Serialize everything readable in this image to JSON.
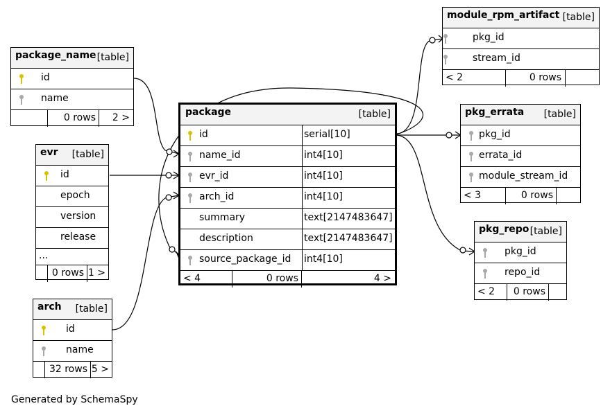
{
  "footer_note": "Generated by SchemaSpy",
  "tables": {
    "module_rpm_artifact": {
      "name": "module_rpm_artifact",
      "type": "[table]",
      "columns": [
        {
          "name": "pkg_id",
          "key": "fk"
        },
        {
          "name": "stream_id",
          "key": "fk"
        }
      ],
      "footer": {
        "parents": "< 2",
        "rows": "0 rows",
        "children": ""
      }
    },
    "package_name": {
      "name": "package_name",
      "type": "[table]",
      "columns": [
        {
          "name": "id",
          "key": "pk"
        },
        {
          "name": "name",
          "key": "fk"
        }
      ],
      "footer": {
        "parents": "",
        "rows": "0 rows",
        "children": "2 >"
      }
    },
    "package": {
      "name": "package",
      "type": "[table]",
      "columns": [
        {
          "name": "id",
          "type": "serial[10]",
          "key": "pk"
        },
        {
          "name": "name_id",
          "type": "int4[10]",
          "key": "fk"
        },
        {
          "name": "evr_id",
          "type": "int4[10]",
          "key": "fk"
        },
        {
          "name": "arch_id",
          "type": "int4[10]",
          "key": "fk"
        },
        {
          "name": "summary",
          "type": "text[2147483647]",
          "key": ""
        },
        {
          "name": "description",
          "type": "text[2147483647]",
          "key": ""
        },
        {
          "name": "source_package_id",
          "type": "int4[10]",
          "key": "fk"
        }
      ],
      "footer": {
        "parents": "< 4",
        "rows": "0 rows",
        "children": "4 >"
      }
    },
    "pkg_errata": {
      "name": "pkg_errata",
      "type": "[table]",
      "columns": [
        {
          "name": "pkg_id",
          "key": "fk"
        },
        {
          "name": "errata_id",
          "key": "fk"
        },
        {
          "name": "module_stream_id",
          "key": "fk"
        }
      ],
      "footer": {
        "parents": "< 3",
        "rows": "0 rows",
        "children": ""
      }
    },
    "evr": {
      "name": "evr",
      "type": "[table]",
      "columns": [
        {
          "name": "id",
          "key": "pk"
        },
        {
          "name": "epoch",
          "key": ""
        },
        {
          "name": "version",
          "key": ""
        },
        {
          "name": "release",
          "key": ""
        },
        {
          "name": "...",
          "key": ""
        }
      ],
      "footer": {
        "parents": "",
        "rows": "0 rows",
        "children": "1 >"
      }
    },
    "pkg_repo": {
      "name": "pkg_repo",
      "type": "[table]",
      "columns": [
        {
          "name": "pkg_id",
          "key": "fk"
        },
        {
          "name": "repo_id",
          "key": "fk"
        }
      ],
      "footer": {
        "parents": "< 2",
        "rows": "0 rows",
        "children": ""
      }
    },
    "arch": {
      "name": "arch",
      "type": "[table]",
      "columns": [
        {
          "name": "id",
          "key": "pk"
        },
        {
          "name": "name",
          "key": "fk"
        }
      ],
      "footer": {
        "parents": "",
        "rows": "32 rows",
        "children": "5 >"
      }
    }
  },
  "colors": {
    "primary_key": "#d9c200",
    "foreign_key": "#a8a8a8",
    "header_bg": "#f3f3f3"
  },
  "icons": {
    "primary_key": "key-icon",
    "foreign_key": "key-icon"
  }
}
